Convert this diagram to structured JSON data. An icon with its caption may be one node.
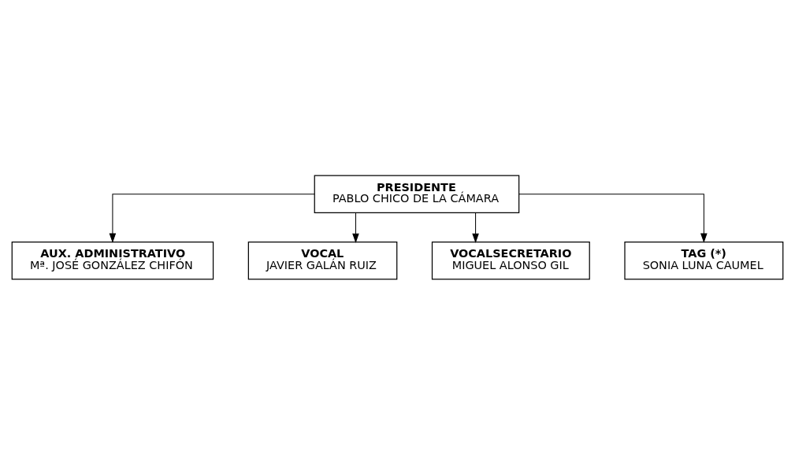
{
  "diagram": {
    "nodes": [
      {
        "text": [
          "PRESIDENTE",
          "PABLO CHICO DE LA CÁMARA"
        ]
      },
      {
        "text": [
          "AUX. ADMINISTRATIVO",
          "Mª. JOSÉ GONZÁLEZ CHIFÓN"
        ]
      },
      {
        "text": [
          "VOCAL",
          "JAVIER GALÁN RUIZ"
        ]
      },
      {
        "text": [
          "VOCALSECRETARIO",
          "MIGUEL ALONSO GIL"
        ]
      },
      {
        "text": [
          "TAG (*)",
          "SONIA LUNA CAUMEL"
        ]
      }
    ],
    "edges": [
      {
        "from": 0,
        "to": 1,
        "arrow": "to"
      },
      {
        "from": 0,
        "to": 2,
        "arrow": "to"
      },
      {
        "from": 0,
        "to": 3,
        "arrow": "to"
      },
      {
        "from": 0,
        "to": 4,
        "arrow": "to"
      }
    ]
  }
}
